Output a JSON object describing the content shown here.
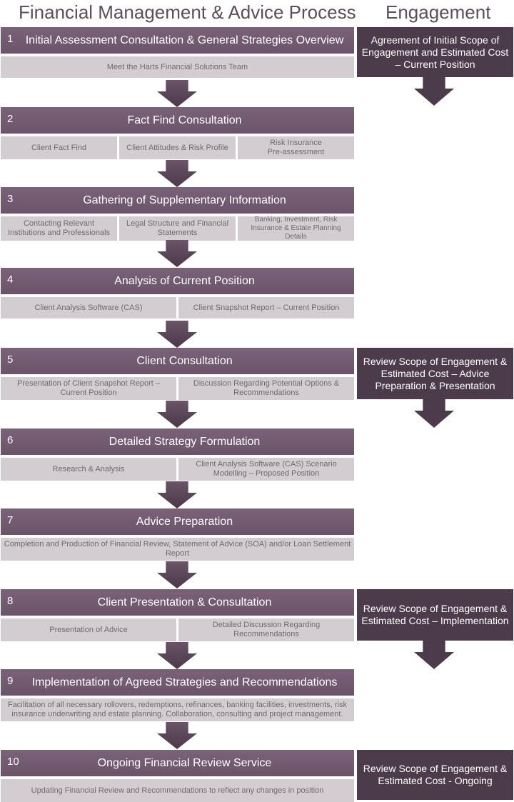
{
  "titles": {
    "main": "Financial Management & Advice Process",
    "engagement": "Engagement"
  },
  "steps": [
    {
      "num": "1",
      "label": "Initial Assessment Consultation & General Strategies Overview",
      "items": [
        "Meet the Harts Financial Solutions Team"
      ]
    },
    {
      "num": "2",
      "label": "Fact Find Consultation",
      "items": [
        "Client Fact Find",
        "Client Attitudes & Risk Profile",
        "Risk Insurance\nPre-assessment"
      ]
    },
    {
      "num": "3",
      "label": "Gathering of Supplementary Information",
      "items": [
        "Contacting Relevant\nInstitutions and Professionals",
        "Legal Structure and Financial\nStatements",
        "Banking, Investment, Risk\nInsurance & Estate Planning Details"
      ]
    },
    {
      "num": "4",
      "label": "Analysis of Current Position",
      "items": [
        "Client Analysis Software (CAS)",
        "Client Snapshot Report – Current Position"
      ]
    },
    {
      "num": "5",
      "label": "Client Consultation",
      "items": [
        "Presentation of Client Snapshot Report –\nCurrent Position",
        "Discussion Regarding Potential Options &\nRecommendations"
      ]
    },
    {
      "num": "6",
      "label": "Detailed Strategy Formulation",
      "items": [
        "Research & Analysis",
        "Client Analysis Software (CAS) Scenario\nModelling – Proposed Position"
      ]
    },
    {
      "num": "7",
      "label": "Advice Preparation",
      "items": [
        "Completion and Production of Financial Review, Statement of Advice (SOA) and/or Loan Settlement\nReport"
      ]
    },
    {
      "num": "8",
      "label": "Client Presentation & Consultation",
      "items": [
        "Presentation of Advice",
        "Detailed Discussion Regarding\nRecommendations"
      ]
    },
    {
      "num": "9",
      "label": "Implementation of Agreed Strategies and Recommendations",
      "items": [
        "Facilitation of all necessary rollovers, redemptions, refinances, banking facilities, investments, risk\ninsurance underwriting and estate planning.  Collaboration, consulting and project management."
      ]
    },
    {
      "num": "10",
      "label": "Ongoing Financial Review Service",
      "items": [
        "Updating Financial Review and Recommendations to reflect any changes in position"
      ]
    }
  ],
  "engagement": [
    "Agreement of Initial Scope of Engagement and Estimated Cost – Current Position",
    "Review Scope of Engagement & Estimated Cost – Advice Preparation & Presentation",
    "Review Scope of Engagement & Estimated Cost – Implementation",
    "Review Scope of Engagement & Estimated Cost - Ongoing"
  ]
}
